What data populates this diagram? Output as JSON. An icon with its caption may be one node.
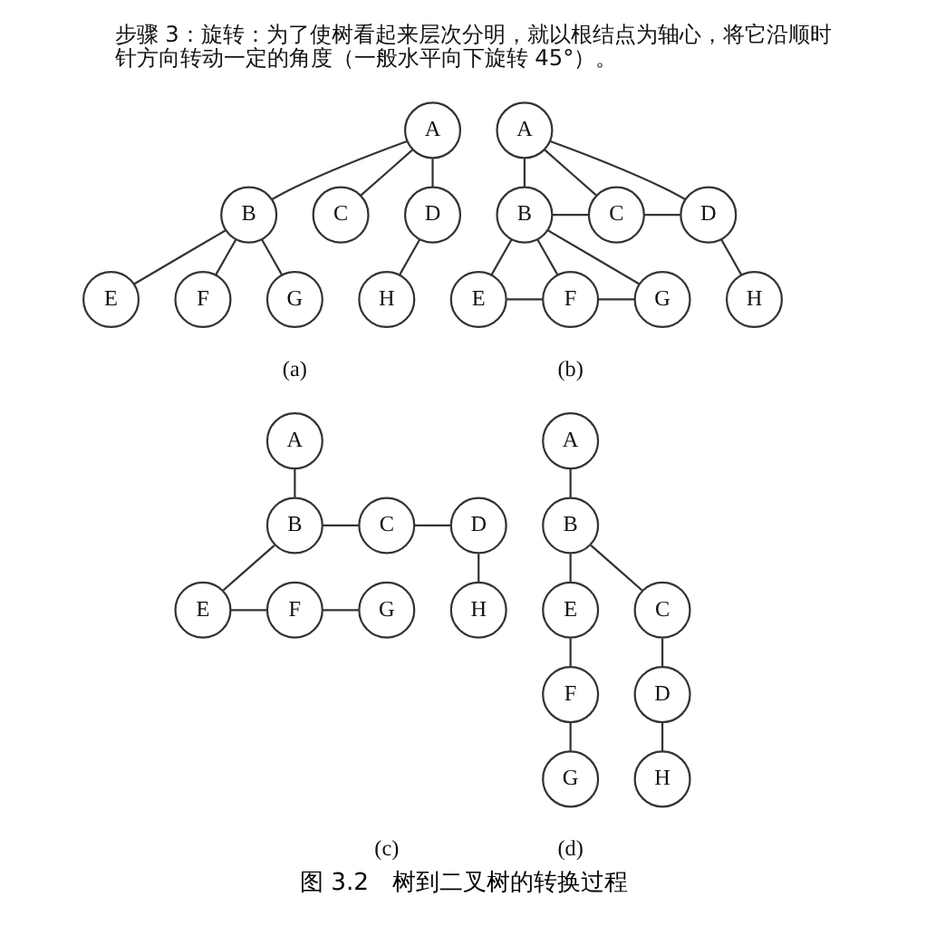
{
  "diagram": {
    "caption": "图 3.2　树到二叉树的转换过程",
    "nodes": [
      {
        "text": [
          "A"
        ]
      },
      {
        "text": [
          "B"
        ]
      },
      {
        "text": [
          "C"
        ]
      },
      {
        "text": [
          "D"
        ]
      },
      {
        "text": [
          "E"
        ]
      },
      {
        "text": [
          "F"
        ]
      },
      {
        "text": [
          "G"
        ]
      },
      {
        "text": [
          "H"
        ]
      },
      {
        "text": [
          "A"
        ]
      },
      {
        "text": [
          "B"
        ]
      },
      {
        "text": [
          "C"
        ]
      },
      {
        "text": [
          "D"
        ]
      },
      {
        "text": [
          "E"
        ]
      },
      {
        "text": [
          "F"
        ]
      },
      {
        "text": [
          "G"
        ]
      },
      {
        "text": [
          "H"
        ]
      },
      {
        "text": [
          "A"
        ]
      },
      {
        "text": [
          "B"
        ]
      },
      {
        "text": [
          "C"
        ]
      },
      {
        "text": [
          "D"
        ]
      },
      {
        "text": [
          "E"
        ]
      },
      {
        "text": [
          "F"
        ]
      },
      {
        "text": [
          "G"
        ]
      },
      {
        "text": [
          "H"
        ]
      },
      {
        "text": [
          "A"
        ]
      },
      {
        "text": [
          "B"
        ]
      },
      {
        "text": [
          "C"
        ]
      },
      {
        "text": [
          "D"
        ]
      },
      {
        "text": [
          "E"
        ]
      },
      {
        "text": [
          "F"
        ]
      },
      {
        "text": [
          "G"
        ]
      },
      {
        "text": [
          "H"
        ]
      }
    ],
    "edges": [
      {
        "from": 0,
        "to": 1,
        "arrow": "none"
      },
      {
        "from": 0,
        "to": 2,
        "arrow": "none"
      },
      {
        "from": 0,
        "to": 3,
        "arrow": "none"
      },
      {
        "from": 1,
        "to": 4,
        "arrow": "none"
      },
      {
        "from": 1,
        "to": 5,
        "arrow": "none"
      },
      {
        "from": 1,
        "to": 6,
        "arrow": "none"
      },
      {
        "from": 3,
        "to": 7,
        "arrow": "none"
      },
      {
        "from": 8,
        "to": 9,
        "arrow": "none"
      },
      {
        "from": 8,
        "to": 10,
        "arrow": "none"
      },
      {
        "from": 8,
        "to": 11,
        "arrow": "none"
      },
      {
        "from": 9,
        "to": 10,
        "arrow": "none"
      },
      {
        "from": 10,
        "to": 11,
        "arrow": "none"
      },
      {
        "from": 9,
        "to": 12,
        "arrow": "none"
      },
      {
        "from": 9,
        "to": 13,
        "arrow": "none"
      },
      {
        "from": 9,
        "to": 14,
        "arrow": "none"
      },
      {
        "from": 12,
        "to": 13,
        "arrow": "none"
      },
      {
        "from": 13,
        "to": 14,
        "arrow": "none"
      },
      {
        "from": 11,
        "to": 15,
        "arrow": "none"
      },
      {
        "from": 16,
        "to": 17,
        "arrow": "none"
      },
      {
        "from": 17,
        "to": 18,
        "arrow": "none"
      },
      {
        "from": 18,
        "to": 19,
        "arrow": "none"
      },
      {
        "from": 17,
        "to": 20,
        "arrow": "none"
      },
      {
        "from": 20,
        "to": 21,
        "arrow": "none"
      },
      {
        "from": 21,
        "to": 22,
        "arrow": "none"
      },
      {
        "from": 19,
        "to": 23,
        "arrow": "none"
      },
      {
        "from": 24,
        "to": 25,
        "arrow": "none"
      },
      {
        "from": 25,
        "to": 26,
        "arrow": "none"
      },
      {
        "from": 26,
        "to": 27,
        "arrow": "none"
      },
      {
        "from": 25,
        "to": 28,
        "arrow": "none"
      },
      {
        "from": 28,
        "to": 29,
        "arrow": "none"
      },
      {
        "from": 29,
        "to": 30,
        "arrow": "none"
      },
      {
        "from": 27,
        "to": 31,
        "arrow": "none"
      }
    ],
    "labels": [
      "步骤 3：旋转：为了使树看起来层次分明，就以根结点为轴心，将它沿顺时针方向转动一定的角度（一般水平向下旋转 45°）。",
      "(a)",
      "(b)",
      "(c)",
      "(d)"
    ]
  }
}
